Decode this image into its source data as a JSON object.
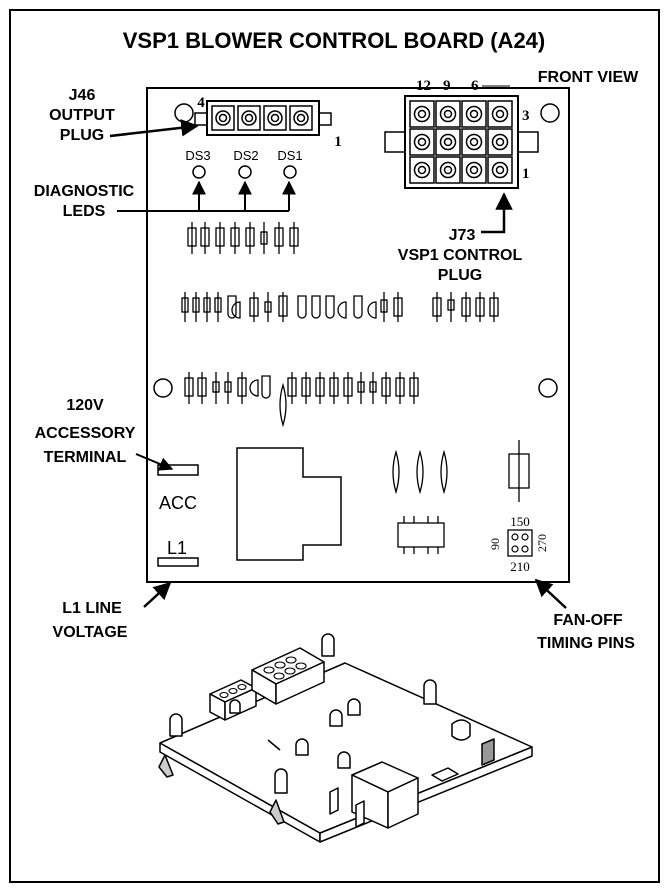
{
  "title": "VSP1 BLOWER CONTROL BOARD (A24)",
  "front_view": "FRONT VIEW",
  "j46": {
    "line1": "J46",
    "line2": "OUTPUT",
    "line3": "PLUG",
    "pin_left": "4",
    "pin_right": "1"
  },
  "leds": {
    "line1": "DIAGNOSTIC",
    "line2": "LEDS",
    "ds3": "DS3",
    "ds2": "DS2",
    "ds1": "DS1"
  },
  "j73": {
    "line1": "J73",
    "line2": "VSP1 CONTROL",
    "line3": "PLUG",
    "pin_12": "12",
    "pin_9": "9",
    "pin_6": "6",
    "pin_3": "3",
    "pin_1": "1"
  },
  "acc": {
    "line1": "120V",
    "line2": "ACCESSORY",
    "line3": "TERMINAL",
    "label": "ACC"
  },
  "l1": {
    "label": "L1",
    "line1": "L1 LINE",
    "line2": "VOLTAGE"
  },
  "fan_off": {
    "line1": "FAN-OFF",
    "line2": "TIMING PINS",
    "t150": "150",
    "t210": "210",
    "t90": "90",
    "t270": "270"
  }
}
